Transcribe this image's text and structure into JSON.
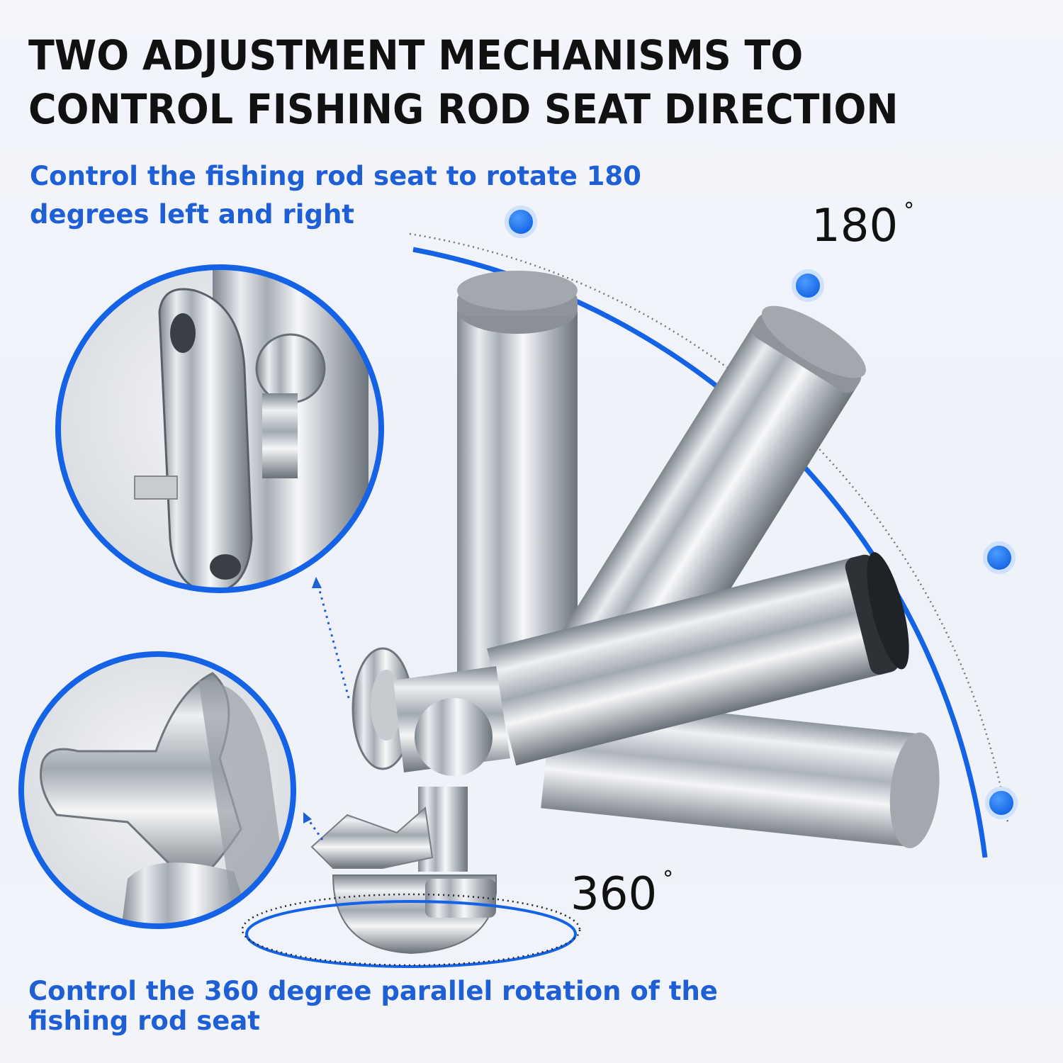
{
  "headline": "TWO ADJUSTMENT MECHANISMS TO CONTROL FISHING ROD SEAT DIRECTION",
  "caption_top": "Control the fishing rod seat to rotate 180 degrees left and right",
  "caption_bottom": "Control the 360 degree parallel rotation of the fishing rod seat",
  "label_180": "180",
  "label_360": "360",
  "degree_symbol": "°",
  "colors": {
    "accent_blue": "#1f5fd6",
    "text_dark": "#111111",
    "background": "#f0f2f9"
  },
  "images": {
    "zoom_top": "rod-seat-pivot-closeup",
    "zoom_bottom": "star-knob-closeup",
    "main": "stainless-rod-holder-rotating"
  }
}
